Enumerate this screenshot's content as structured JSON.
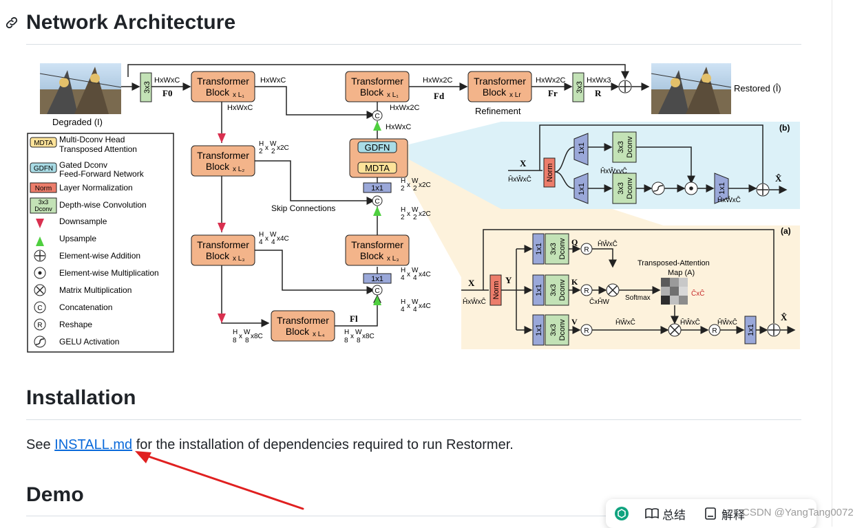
{
  "sections": {
    "architecture_title": "Network Architecture",
    "installation_title": "Installation",
    "demo_title": "Demo"
  },
  "installation": {
    "before": "See ",
    "link": "INSTALL.md",
    "after": " for the installation of dependencies required to run Restormer."
  },
  "diagram": {
    "degraded": "Degraded (I)",
    "restored": "Restored (Î)",
    "conv3x3": "3x3",
    "tb": "Transformer",
    "block": "Block",
    "f0": "F0",
    "fd": "Fd",
    "fr": "Fr",
    "r": "R",
    "fl": "Fl",
    "refinement": "Refinement",
    "skip": "Skip Connections",
    "gdfn": "GDFN",
    "mdta": "MDTA",
    "one": "1x1",
    "dims": {
      "hwc": "HxWxC",
      "hw2c": "HxWx2C",
      "hw3": "HxWx3",
      "d2": "x2C",
      "d4": "x4C",
      "d8": "x8C"
    },
    "legend": [
      {
        "key": "MDTA",
        "text1": "Multi-Dconv Head",
        "text2": "Transposed Attention"
      },
      {
        "key": "GDFN",
        "text1": "Gated Dconv",
        "text2": "Feed-Forward Network"
      },
      {
        "key": "Norm",
        "text1": "Layer Normalization",
        "text2": ""
      },
      {
        "key": "3x3 Dconv",
        "text1": "Depth-wise Convolution",
        "text2": ""
      },
      {
        "key": "down",
        "text1": "Downsample",
        "text2": ""
      },
      {
        "key": "up",
        "text1": "Upsample",
        "text2": ""
      },
      {
        "key": "add",
        "text1": "Element-wise Addition",
        "text2": ""
      },
      {
        "key": "mul",
        "text1": "Element-wise Multiplication",
        "text2": ""
      },
      {
        "key": "matmul",
        "text1": "Matrix Multiplication",
        "text2": ""
      },
      {
        "key": "concat",
        "text1": "Concatenation",
        "text2": ""
      },
      {
        "key": "reshape",
        "text1": "Reshape",
        "text2": ""
      },
      {
        "key": "gelu",
        "text1": "GELU Activation",
        "text2": ""
      }
    ],
    "panel_b": {
      "tag": "(b)",
      "x": "X",
      "xhat": "X̂",
      "dim_in": "ĤxŴxĈ",
      "dim_mid": "ĤxŴxγĈ",
      "dim_out": "ĤxŴxĈ",
      "norm": "Norm",
      "one": "1x1",
      "dconv": "3x3 Dconv"
    },
    "panel_a": {
      "tag": "(a)",
      "x": "X",
      "y": "Y",
      "q": "Q",
      "k": "K",
      "v": "V",
      "xhat": "X̂",
      "dim_in": "ĤxŴxĈ",
      "q_dim": "ĤŴxĈ",
      "k_dim": "ĈxĤW",
      "v_dim": "ĤŴxĈ",
      "softmax": "Softmax",
      "attn_title": "Transposed-Attention",
      "attn_map": "Map (A)",
      "cxc": "ĈxĈ",
      "mid_dim": "ĤŴxĈ",
      "out_dim": "ĤŴxĈ",
      "norm": "Norm",
      "one": "1x1",
      "dconv": "3x3 Dconv"
    }
  },
  "toolbar": {
    "summary": "总结",
    "explain": "解释",
    "watermark": "CSDN @YangTang0072"
  },
  "colors": {
    "transformer_block": "#f3b48a",
    "conv_green": "#c3e2b6",
    "norm_red": "#ec7d6b",
    "gdfn_blue": "#a9dce6",
    "mdta_yellow": "#fde39a",
    "one_by_one": "#9aa8d9",
    "panel_b_bg": "#dcf1f8",
    "panel_a_bg": "#fdf2dc",
    "link": "#0969da"
  }
}
